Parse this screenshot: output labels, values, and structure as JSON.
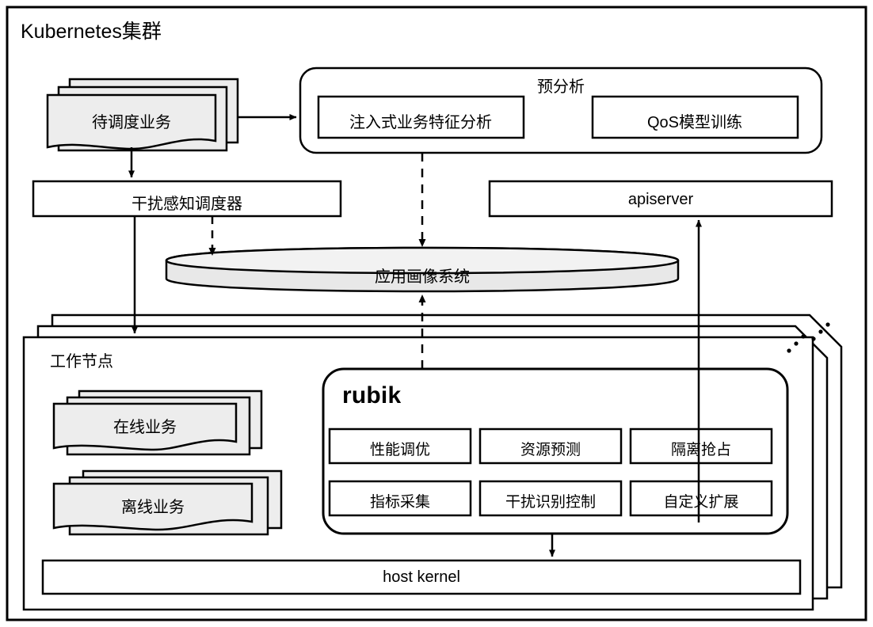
{
  "diagram": {
    "title": "Kubernetes集群",
    "colors": {
      "stroke": "#000000",
      "fill_doc": "#ededed",
      "fill_cylinder": "#e8e8e8",
      "background": "#ffffff"
    },
    "pending_workload": {
      "label": "待调度业务"
    },
    "preanalysis": {
      "label": "预分析",
      "items": [
        {
          "label": "注入式业务特征分析"
        },
        {
          "label": "QoS模型训练"
        }
      ]
    },
    "scheduler": {
      "label": "干扰感知调度器"
    },
    "apiserver": {
      "label": "apiserver"
    },
    "profile_system": {
      "label": "应用画像系统"
    },
    "worker_node": {
      "label": "工作节点",
      "more_indicator": "...",
      "workloads": [
        {
          "label": "在线业务"
        },
        {
          "label": "离线业务"
        }
      ],
      "rubik": {
        "label": "rubik",
        "modules": [
          {
            "label": "性能调优"
          },
          {
            "label": "资源预测"
          },
          {
            "label": "隔离抢占"
          },
          {
            "label": "指标采集"
          },
          {
            "label": "干扰识别控制"
          },
          {
            "label": "自定义扩展"
          }
        ]
      },
      "host_kernel": {
        "label": "host kernel"
      }
    }
  }
}
